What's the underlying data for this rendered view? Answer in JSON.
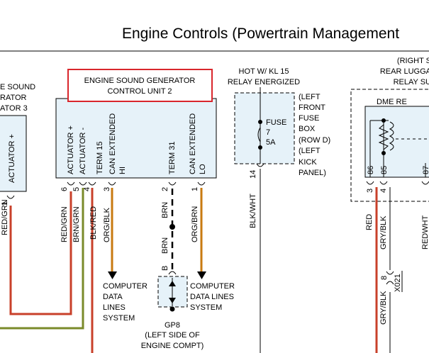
{
  "title": "Engine Controls (Powertrain Management",
  "colors": {
    "red": "#c8402a",
    "brown": "#a5531c",
    "olive": "#7a8a2a",
    "orange": "#c87a10",
    "box_fill": "#e6f2f9",
    "highlight": "#d9262c"
  },
  "left_component": {
    "label_lines": [
      "E SOUND",
      "RATOR",
      "ATOR 3"
    ],
    "pin_label": "ACTUATOR +",
    "pin_number": "1",
    "wire_label": "RED/GRN"
  },
  "control_unit": {
    "name_lines": [
      "ENGINE SOUND GENERATOR",
      "CONTROL UNIT 2"
    ],
    "pins": [
      {
        "label": "ACTUATOR +",
        "number": "6",
        "wire": "RED/GRN"
      },
      {
        "label": "ACTUATOR -",
        "number": "5",
        "wire": "BRN/GRN"
      },
      {
        "label": "TERM 15",
        "number": "4",
        "wire": "BLK/RED"
      },
      {
        "label": "CAN EXTENDED HI",
        "label_lines": [
          "CAN EXTENDED",
          "HI"
        ],
        "number": "3",
        "wire": "ORG/BLK"
      },
      {
        "label": "TERM 31",
        "number": "2",
        "wire": "BRN"
      },
      {
        "label": "CAN EXTENDED LO",
        "label_lines": [
          "CAN EXTENDED",
          "LO"
        ],
        "number": "1",
        "wire": "ORG/BRN"
      }
    ]
  },
  "data_lines": {
    "left_lines": [
      "COMPUTER",
      "DATA",
      "LINES",
      "SYSTEM"
    ],
    "right_lines": [
      "COMPUTER",
      "DATA LINES",
      "SYSTEM"
    ]
  },
  "ground": {
    "wire_upper": "BRN",
    "wire_lower": "BRN",
    "connector": "B",
    "name": "GP8",
    "location_lines": [
      "(LEFT SIDE OF",
      "ENGINE COMPT)"
    ]
  },
  "fuse": {
    "header_lines": [
      "HOT W/ KL 15",
      "RELAY ENERGIZED"
    ],
    "label": "FUSE",
    "number": "7",
    "rating": "5A",
    "box_lines": [
      "(LEFT",
      "FRONT",
      "FUSE",
      "BOX",
      "(ROW D)",
      "(LEFT",
      "KICK",
      "PANEL)"
    ],
    "pin_number": "14",
    "wire": "BLK/WHT"
  },
  "dme_relay": {
    "header_lines": [
      "(RIGHT S",
      "REAR LUGGA",
      "RELAY SU"
    ],
    "name": "DME RE",
    "terminals": [
      "86",
      "85",
      "87"
    ],
    "pins": [
      {
        "number": "3",
        "wire": "RED"
      },
      {
        "number": "4",
        "wire": "GRY/BLK"
      }
    ],
    "extra_wire": "REDWHT",
    "connector_number": "8",
    "connector_name": "X021",
    "wire_lower": "GRY/BLK"
  }
}
